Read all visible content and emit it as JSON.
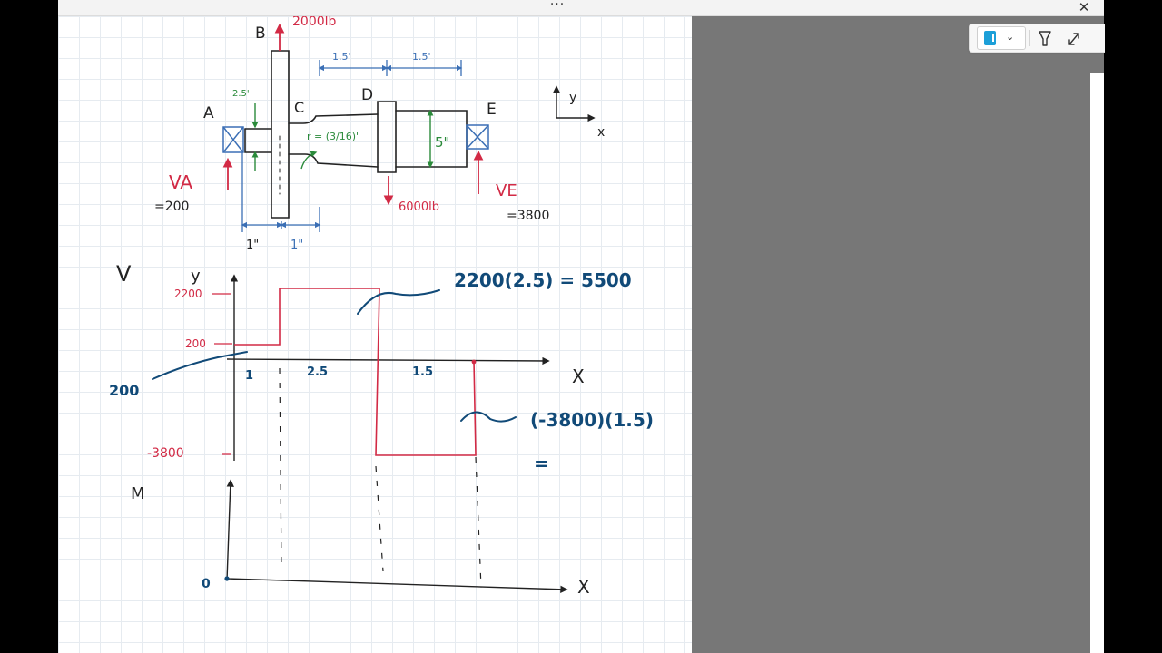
{
  "window": {
    "more_label": "···",
    "close_label": "✕"
  },
  "toolbar": {
    "notebook_icon": "notebook-icon",
    "chevron_icon": "chevron-down-icon",
    "lasso_icon": "lasso-icon",
    "expand_icon": "expand-icon"
  },
  "colors": {
    "ink_black": "#222222",
    "ink_red": "#d22a45",
    "ink_blue": "#3b6fb5",
    "ink_green": "#2a8a3a",
    "ink_navy": "#114a78",
    "grid": "#e6ebf0",
    "grey_pane": "#777777",
    "accent": "#1c9fd8"
  },
  "notes": {
    "shaft": {
      "label_a": "A",
      "label_b": "B",
      "label_c": "C",
      "label_d": "D",
      "label_e": "E",
      "force_b": "2000lb",
      "force_d": "6000lb",
      "dim_left": "1.5'",
      "dim_right": "1.5'",
      "dim_25": "2.5'",
      "dim_1a": "1\"",
      "dim_1b": "1\"",
      "radius": "r = (3/16)'",
      "diameter": "5\"",
      "va": "VA",
      "va_value": "=200",
      "ve": "VE",
      "ve_value": "=3800",
      "axis_y": "y",
      "axis_x": "x"
    },
    "shear": {
      "title": "V",
      "axis_y": "y",
      "axis_x": "X",
      "tick_2200": "2200",
      "tick_200": "200",
      "tick_neg3800": "-3800",
      "seg_1": "1",
      "seg_25": "2.5",
      "seg_15": "1.5",
      "note_200": "200",
      "area_1": "2200(2.5) = 5500",
      "area_2": "(-3800)(1.5)",
      "equals": "="
    },
    "moment": {
      "title": "M",
      "axis_x": "X",
      "origin": "0"
    }
  }
}
